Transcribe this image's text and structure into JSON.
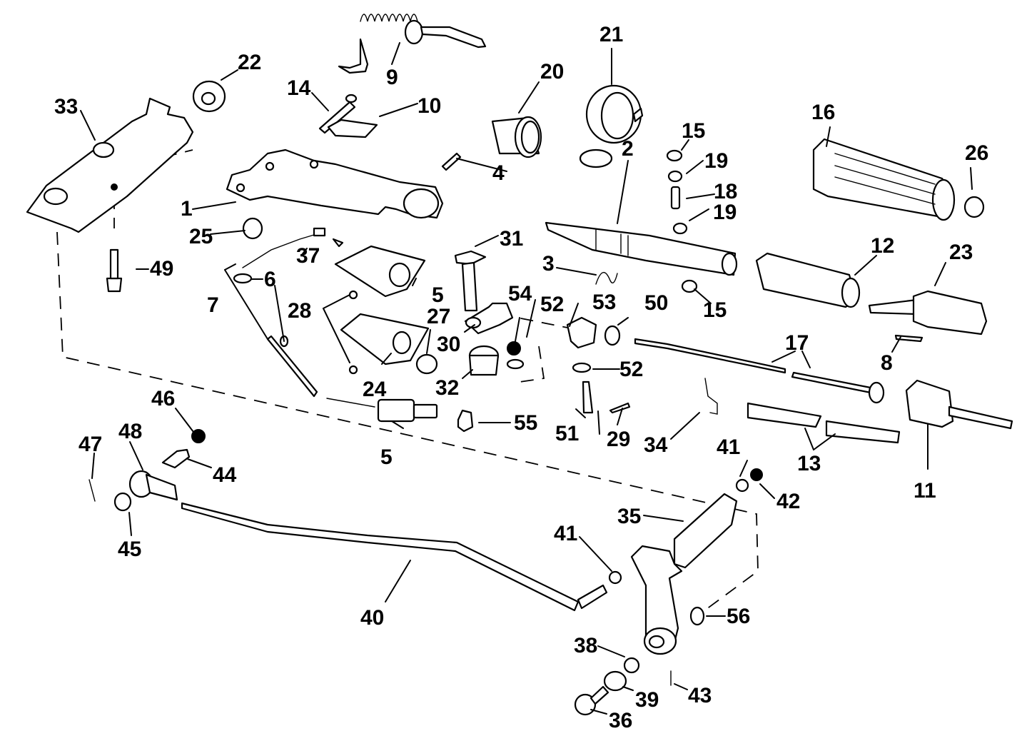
{
  "diagram": {
    "type": "exploded-parts-diagram",
    "subject": "tiller handle / steering and shift linkage assembly",
    "line_color": "#000000",
    "background_color": "#ffffff",
    "callouts": [
      {
        "id": "c1",
        "label": "1",
        "part": "tiller-arm-bracket"
      },
      {
        "id": "c2",
        "label": "2",
        "part": "throttle-shaft"
      },
      {
        "id": "c3",
        "label": "3",
        "part": "spring-clip"
      },
      {
        "id": "c4",
        "label": "4",
        "part": "pin"
      },
      {
        "id": "c5a",
        "label": "5",
        "part": "stop-switch-bracket"
      },
      {
        "id": "c5b",
        "label": "5",
        "part": "stop-switch"
      },
      {
        "id": "c6a",
        "label": "6",
        "part": "terminal"
      },
      {
        "id": "c6b",
        "label": "6",
        "part": "terminal"
      },
      {
        "id": "c7",
        "label": "7",
        "part": "wire-lead"
      },
      {
        "id": "c8",
        "label": "8",
        "part": "pin"
      },
      {
        "id": "c9",
        "label": "9",
        "part": "lanyard-clip"
      },
      {
        "id": "c10",
        "label": "10",
        "part": "nut-plate"
      },
      {
        "id": "c11",
        "label": "11",
        "part": "cable-housing"
      },
      {
        "id": "c12",
        "label": "12",
        "part": "inner-sleeve"
      },
      {
        "id": "c13",
        "label": "13",
        "part": "tube-pair"
      },
      {
        "id": "c14",
        "label": "14",
        "part": "screw"
      },
      {
        "id": "c15a",
        "label": "15",
        "part": "cap"
      },
      {
        "id": "c15b",
        "label": "15",
        "part": "cap"
      },
      {
        "id": "c16",
        "label": "16",
        "part": "grip"
      },
      {
        "id": "c17",
        "label": "17",
        "part": "throttle-cable"
      },
      {
        "id": "c18",
        "label": "18",
        "part": "stud"
      },
      {
        "id": "c19a",
        "label": "19",
        "part": "nut"
      },
      {
        "id": "c19b",
        "label": "19",
        "part": "nut"
      },
      {
        "id": "c20",
        "label": "20",
        "part": "bushing"
      },
      {
        "id": "c21",
        "label": "21",
        "part": "friction-ring"
      },
      {
        "id": "c22",
        "label": "22",
        "part": "washer"
      },
      {
        "id": "c23",
        "label": "23",
        "part": "shaft-end"
      },
      {
        "id": "c24",
        "label": "24",
        "part": "switch-plate"
      },
      {
        "id": "c25",
        "label": "25",
        "part": "grommet"
      },
      {
        "id": "c26",
        "label": "26",
        "part": "end-cap"
      },
      {
        "id": "c27",
        "label": "27",
        "part": "plug"
      },
      {
        "id": "c28",
        "label": "28",
        "part": "screw"
      },
      {
        "id": "c29",
        "label": "29",
        "part": "cotter-pin"
      },
      {
        "id": "c30",
        "label": "30",
        "part": "link-bracket"
      },
      {
        "id": "c31",
        "label": "31",
        "part": "bolt"
      },
      {
        "id": "c32",
        "label": "32",
        "part": "spacer"
      },
      {
        "id": "c33",
        "label": "33",
        "part": "pivot-housing"
      },
      {
        "id": "c34",
        "label": "34",
        "part": "clip"
      },
      {
        "id": "c35",
        "label": "35",
        "part": "shift-lever"
      },
      {
        "id": "c36",
        "label": "36",
        "part": "bolt"
      },
      {
        "id": "c37",
        "label": "37",
        "part": "wire"
      },
      {
        "id": "c38",
        "label": "38",
        "part": "bushing"
      },
      {
        "id": "c39",
        "label": "39",
        "part": "washer"
      },
      {
        "id": "c40",
        "label": "40",
        "part": "shift-rod"
      },
      {
        "id": "c41a",
        "label": "41",
        "part": "nut"
      },
      {
        "id": "c41b",
        "label": "41",
        "part": "nut"
      },
      {
        "id": "c42",
        "label": "42",
        "part": "nut"
      },
      {
        "id": "c43",
        "label": "43",
        "part": "grease-fitting"
      },
      {
        "id": "c44",
        "label": "44",
        "part": "pivot-stud"
      },
      {
        "id": "c45",
        "label": "45",
        "part": "washer"
      },
      {
        "id": "c46",
        "label": "46",
        "part": "nut"
      },
      {
        "id": "c47",
        "label": "47",
        "part": "cotter-pin"
      },
      {
        "id": "c48",
        "label": "48",
        "part": "rod-end"
      },
      {
        "id": "c49",
        "label": "49",
        "part": "bolt"
      },
      {
        "id": "c50",
        "label": "50",
        "part": "nut"
      },
      {
        "id": "c51",
        "label": "51",
        "part": "connector"
      },
      {
        "id": "c52a",
        "label": "52",
        "part": "washer"
      },
      {
        "id": "c52b",
        "label": "52",
        "part": "washer"
      },
      {
        "id": "c53",
        "label": "53",
        "part": "pivot-block"
      },
      {
        "id": "c54",
        "label": "54",
        "part": "nut"
      },
      {
        "id": "c55",
        "label": "55",
        "part": "nut"
      },
      {
        "id": "c56",
        "label": "56",
        "part": "washer"
      }
    ]
  }
}
